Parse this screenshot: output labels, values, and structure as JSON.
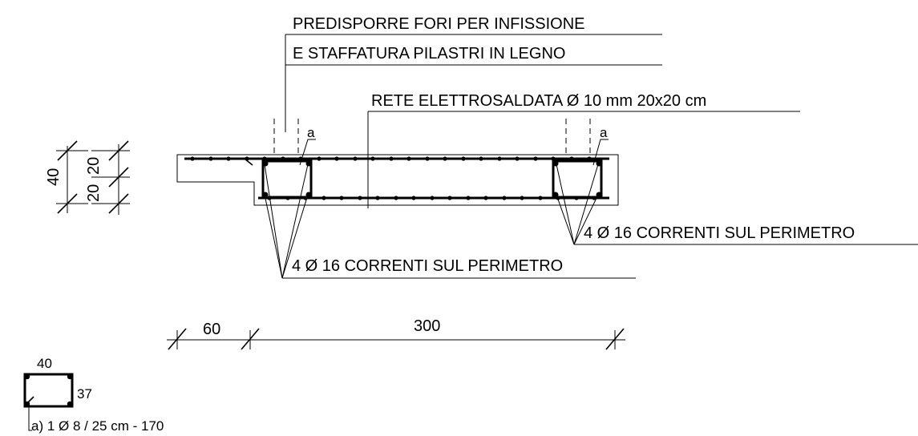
{
  "labels": {
    "holes_line1": "PREDISPORRE FORI PER INFISSIONE",
    "holes_line2": "E STAFFATURA PILASTRI IN LEGNO",
    "mesh": "RETE ELETTROSALDATA Ø 10 mm 20x20 cm",
    "bars_right": "4 Ø 16 CORRENTI SUL PERIMETRO",
    "bars_left": "4 Ø 16 CORRENTI SUL PERIMETRO",
    "stirrup_tag_left": "a",
    "stirrup_tag_right": "a"
  },
  "dimensions": {
    "total_height": "40",
    "upper_layer": "20",
    "lower_layer": "20",
    "left_length": "60",
    "main_length": "300"
  },
  "stirrup_detail": {
    "width": "40",
    "height": "37",
    "spec": "a) 1 Ø 8 / 25 cm - 170"
  }
}
